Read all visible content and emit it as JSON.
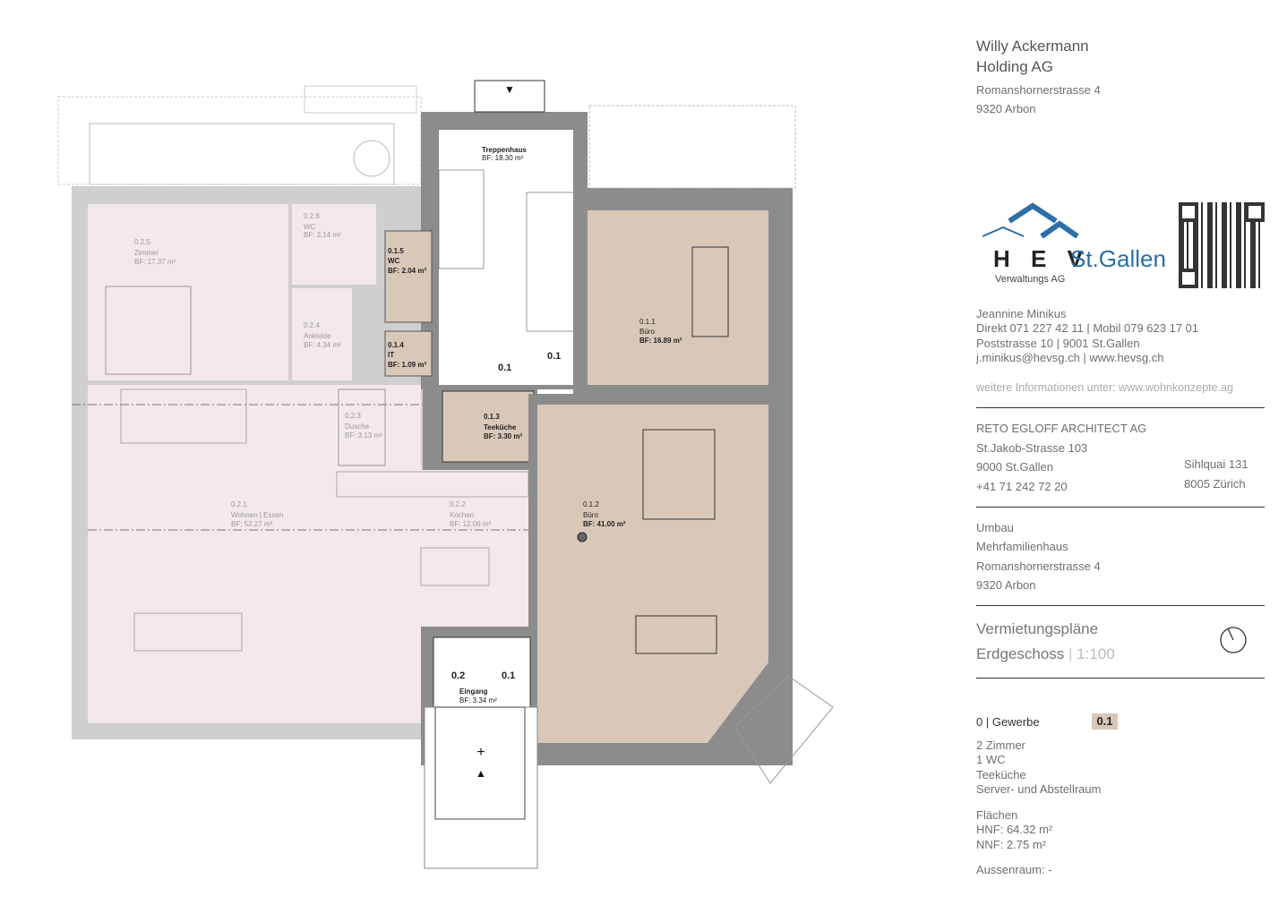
{
  "owner": {
    "name_line1": "Willy Ackermann",
    "name_line2": "Holding AG",
    "street": "Romanshornerstrasse 4",
    "city": "9320 Arbon"
  },
  "logo": {
    "letters": "H E V",
    "city": "St.Gallen",
    "sub": "Verwaltungs AG",
    "color": "#2a6fa8"
  },
  "contact": {
    "name": "Jeannine Minikus",
    "phone": "Direkt 071 227 42 11 | Mobil 079 623 17 01",
    "address": "Poststrasse 10 | 9001 St.Gallen",
    "web": "j.minikus@hevsg.ch | www.hevsg.ch",
    "more": "weitere Informationen unter: www.wohnkonzepte.ag"
  },
  "architect": {
    "name": "RETO EGLOFF ARCHITECT AG",
    "street": "St.Jakob-Strasse 103",
    "city": "9000 St.Gallen",
    "phone": "+41 71 242 72 20",
    "branch_street": "Sihlquai 131",
    "branch_city": "8005 Zürich"
  },
  "project": {
    "type": "Umbau",
    "building": "Mehrfamilienhaus",
    "street": "Romanshornerstrasse 4",
    "city": "9320 Arbon"
  },
  "sheet": {
    "title": "Vermietungspläne",
    "floor": "Erdgeschoss",
    "sep": " | ",
    "scale": "1:100"
  },
  "unit": {
    "label": "0 | Gewerbe",
    "tag": "0.1",
    "features": [
      "2 Zimmer",
      "1 WC",
      "Teeküche",
      "Server- und Abstellraum"
    ],
    "areas_title": "Flächen",
    "hnf": "HNF: 64.32 m²",
    "nnf": "NNF: 2.75 m²",
    "outdoor": "Aussenraum: -"
  },
  "colors": {
    "unit_01": "#d9c8b8",
    "unit_02": "#f2e8ee",
    "wall_dark": "#8c8c8c",
    "wall_light": "#c9c9c9"
  },
  "rooms": [
    {
      "id": "",
      "name": "Treppenhaus",
      "area": "BF: 18.30 m²"
    },
    {
      "id": "0.2.5",
      "name": "Zimmer",
      "area": "BF: 17.37 m²"
    },
    {
      "id": "0.2.6",
      "name": "WC",
      "area": "BF: 3.14 m²"
    },
    {
      "id": "0.1.5",
      "name": "WC",
      "area": "BF: 2.04 m²"
    },
    {
      "id": "0.2.4",
      "name": "Ankleide",
      "area": "BF: 4.34 m²"
    },
    {
      "id": "0.1.4",
      "name": "IT",
      "area": "BF: 1.09 m²"
    },
    {
      "id": "0.1.1",
      "name": "Büro",
      "area": "BF: 16.89 m²"
    },
    {
      "id": "0.2.3",
      "name": "Dusche",
      "area": "BF: 3.13 m²"
    },
    {
      "id": "0.1.3",
      "name": "Teeküche",
      "area": "BF: 3.30 m²"
    },
    {
      "id": "0.2.1",
      "name": "Wohnen | Essen",
      "area": "BF: 52.27 m²"
    },
    {
      "id": "0.2.2",
      "name": "Kochen",
      "area": "BF: 12.06 m²"
    },
    {
      "id": "0.1.2",
      "name": "Büro",
      "area": "BF: 41.00 m²"
    },
    {
      "id": "",
      "name": "Eingang",
      "area": "BF: 3.34 m²"
    }
  ],
  "unit_markers": [
    "0.1",
    "0.1",
    "0.2",
    "0.1"
  ]
}
